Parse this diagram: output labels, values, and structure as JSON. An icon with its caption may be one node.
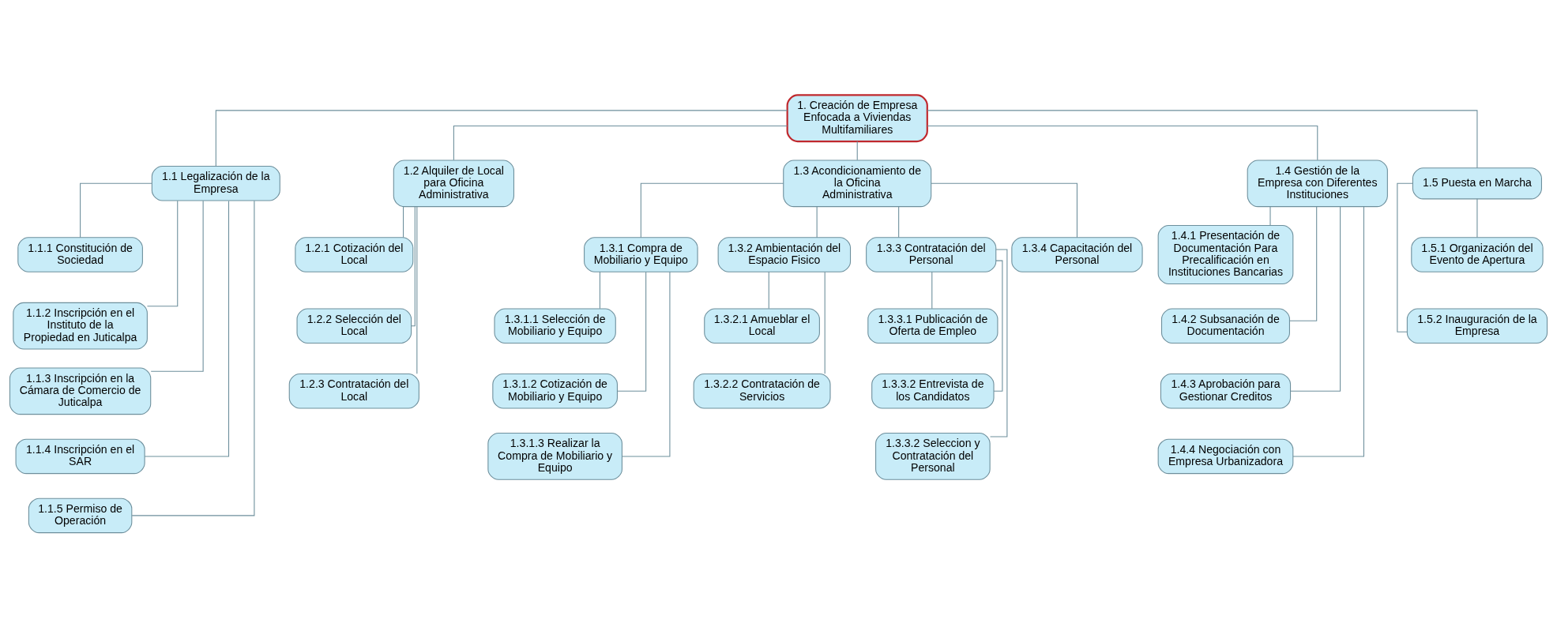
{
  "diagram": {
    "nodes": [
      {
        "text": [
          "1. Creación de Empresa Enfocada a Viviendas Multifamiliares"
        ]
      },
      {
        "text": [
          "1.1 Legalización de la Empresa"
        ]
      },
      {
        "text": [
          "1.1.1 Constitución de Sociedad"
        ]
      },
      {
        "text": [
          "1.1.2 Inscripción en el Instituto de la Propiedad en Juticalpa"
        ]
      },
      {
        "text": [
          "1.1.3 Inscripción en la Cámara de Comercio de Juticalpa"
        ]
      },
      {
        "text": [
          "1.1.4 Inscripción en el SAR"
        ]
      },
      {
        "text": [
          "1.1.5 Permiso de Operación"
        ]
      },
      {
        "text": [
          "1.2 Alquiler de Local para Oficina Administrativa"
        ]
      },
      {
        "text": [
          "1.2.1 Cotización del Local"
        ]
      },
      {
        "text": [
          "1.2.2 Selección del Local"
        ]
      },
      {
        "text": [
          "1.2.3 Contratación del Local"
        ]
      },
      {
        "text": [
          "1.3 Acondicionamiento de la Oficina Administrativa"
        ]
      },
      {
        "text": [
          "1.3.1 Compra de Mobiliario y Equipo"
        ]
      },
      {
        "text": [
          "1.3.1.1 Selección de Mobiliario y Equipo"
        ]
      },
      {
        "text": [
          "1.3.1.2 Cotización de Mobiliario y Equipo"
        ]
      },
      {
        "text": [
          "1.3.1.3 Realizar la Compra de Mobiliario y Equipo"
        ]
      },
      {
        "text": [
          "1.3.2 Ambientación del Espacio Fisico"
        ]
      },
      {
        "text": [
          "1.3.2.1 Amueblar el Local"
        ]
      },
      {
        "text": [
          "1.3.2.2 Contratación de Servicios"
        ]
      },
      {
        "text": [
          "1.3.3 Contratación del Personal"
        ]
      },
      {
        "text": [
          "1.3.3.1 Publicación de Oferta de Empleo"
        ]
      },
      {
        "text": [
          "1.3.3.2 Entrevista de los Candidatos"
        ]
      },
      {
        "text": [
          "1.3.3.2 Seleccion y Contratación del Personal"
        ]
      },
      {
        "text": [
          "1.3.4 Capacitación del Personal"
        ]
      },
      {
        "text": [
          "1.4 Gestión de la Empresa con Diferentes Instituciones"
        ]
      },
      {
        "text": [
          "1.4.1 Presentación de Documentación Para Precalificación en Instituciones Bancarias"
        ]
      },
      {
        "text": [
          "1.4.2 Subsanación de Documentación"
        ]
      },
      {
        "text": [
          "1.4.3 Aprobación para Gestionar Creditos"
        ]
      },
      {
        "text": [
          "1.4.4 Negociación con Empresa Urbanizadora"
        ]
      },
      {
        "text": [
          "1.5 Puesta en Marcha"
        ]
      },
      {
        "text": [
          "1.5.1 Organización del Evento de Apertura"
        ]
      },
      {
        "text": [
          "1.5.2 Inauguración de la Empresa"
        ]
      }
    ],
    "edges": [
      {
        "from": 0,
        "to": 1,
        "arrow": "none"
      },
      {
        "from": 1,
        "to": 2,
        "arrow": "none"
      },
      {
        "from": 1,
        "to": 3,
        "arrow": "none"
      },
      {
        "from": 1,
        "to": 4,
        "arrow": "none"
      },
      {
        "from": 1,
        "to": 5,
        "arrow": "none"
      },
      {
        "from": 1,
        "to": 6,
        "arrow": "none"
      },
      {
        "from": 0,
        "to": 7,
        "arrow": "none"
      },
      {
        "from": 7,
        "to": 8,
        "arrow": "none"
      },
      {
        "from": 7,
        "to": 9,
        "arrow": "none"
      },
      {
        "from": 7,
        "to": 10,
        "arrow": "none"
      },
      {
        "from": 0,
        "to": 11,
        "arrow": "none"
      },
      {
        "from": 11,
        "to": 12,
        "arrow": "none"
      },
      {
        "from": 12,
        "to": 13,
        "arrow": "none"
      },
      {
        "from": 12,
        "to": 14,
        "arrow": "none"
      },
      {
        "from": 12,
        "to": 15,
        "arrow": "none"
      },
      {
        "from": 11,
        "to": 16,
        "arrow": "none"
      },
      {
        "from": 16,
        "to": 17,
        "arrow": "none"
      },
      {
        "from": 16,
        "to": 18,
        "arrow": "none"
      },
      {
        "from": 11,
        "to": 19,
        "arrow": "none"
      },
      {
        "from": 19,
        "to": 20,
        "arrow": "none"
      },
      {
        "from": 19,
        "to": 21,
        "arrow": "none"
      },
      {
        "from": 19,
        "to": 22,
        "arrow": "none"
      },
      {
        "from": 11,
        "to": 23,
        "arrow": "none"
      },
      {
        "from": 0,
        "to": 24,
        "arrow": "none"
      },
      {
        "from": 24,
        "to": 25,
        "arrow": "none"
      },
      {
        "from": 24,
        "to": 26,
        "arrow": "none"
      },
      {
        "from": 24,
        "to": 27,
        "arrow": "none"
      },
      {
        "from": 24,
        "to": 28,
        "arrow": "none"
      },
      {
        "from": 0,
        "to": 29,
        "arrow": "none"
      },
      {
        "from": 29,
        "to": 30,
        "arrow": "none"
      },
      {
        "from": 29,
        "to": 31,
        "arrow": "none"
      }
    ]
  }
}
